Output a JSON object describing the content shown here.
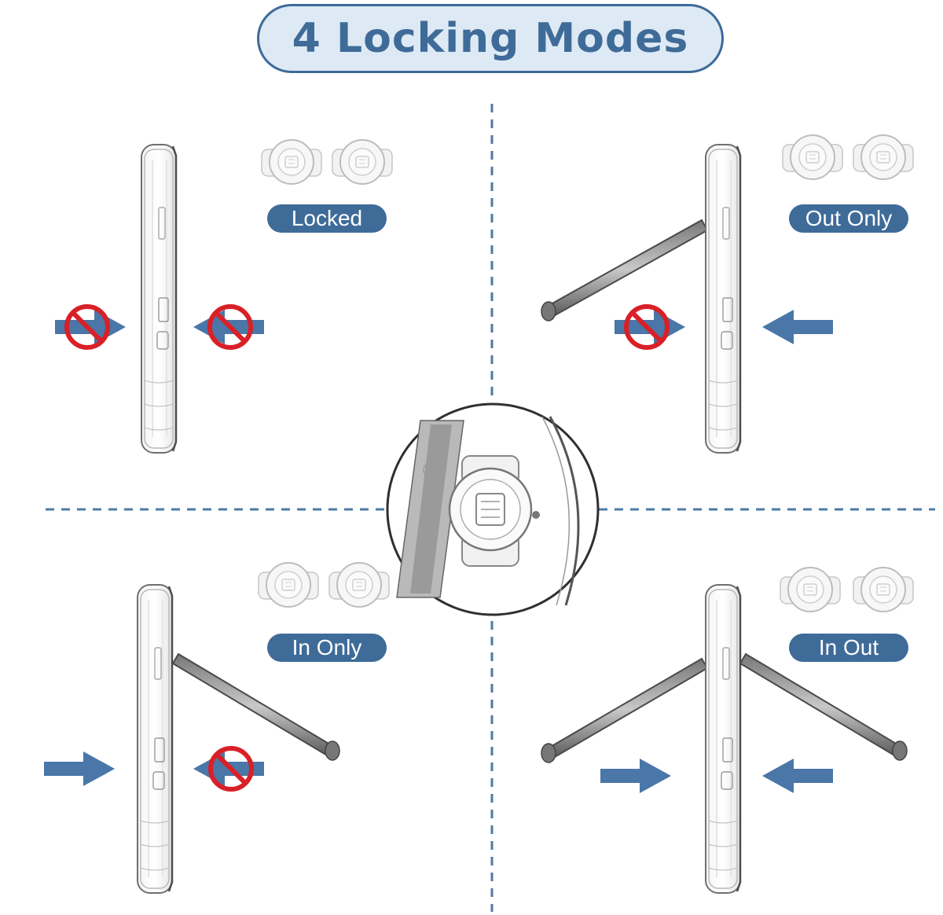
{
  "title": "4 Locking Modes",
  "colors": {
    "accent": "#3f6b98",
    "pill_fill": "#dde9f4",
    "arrow": "#4a76a8",
    "prohibit": "#d92027",
    "divider": "#4d7aa6"
  },
  "modes": [
    {
      "label": "Locked"
    },
    {
      "label": "Out Only"
    },
    {
      "label": "In Only"
    },
    {
      "label": "In Out"
    }
  ]
}
